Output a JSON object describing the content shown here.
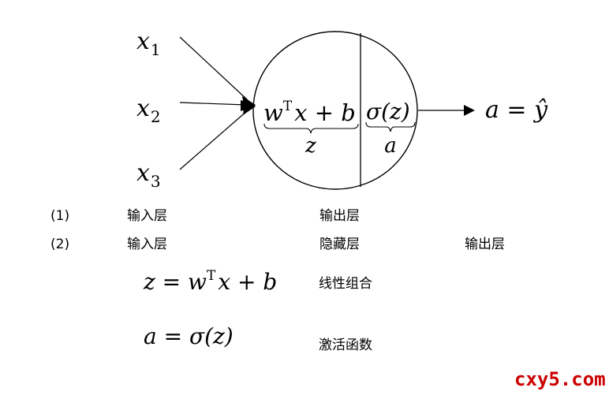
{
  "inputs": [
    "x",
    "x",
    "x"
  ],
  "input_subscripts": [
    "1",
    "2",
    "3"
  ],
  "neuron": {
    "linear_w": "w",
    "linear_sup": "T",
    "linear_rest": "x + b",
    "linear_label": "z",
    "activation": "σ(z)",
    "activation_label": "a"
  },
  "output": {
    "lhs": "a = ",
    "yhat": "ŷ"
  },
  "rows": [
    {
      "index": "(1)",
      "layers": [
        "输入层",
        "输出层"
      ]
    },
    {
      "index": "(2)",
      "layers": [
        "输入层",
        "隐藏层",
        "输出层"
      ]
    }
  ],
  "formulas": [
    {
      "lhs": "z = w",
      "sup": "T",
      "rhs": "x + b",
      "desc": "线性组合"
    },
    {
      "expr": "a = σ(z)",
      "desc": "激活函数"
    }
  ],
  "watermark": "cxy5.com",
  "colors": {
    "watermark": "#cc0000",
    "stroke": "#000000"
  }
}
